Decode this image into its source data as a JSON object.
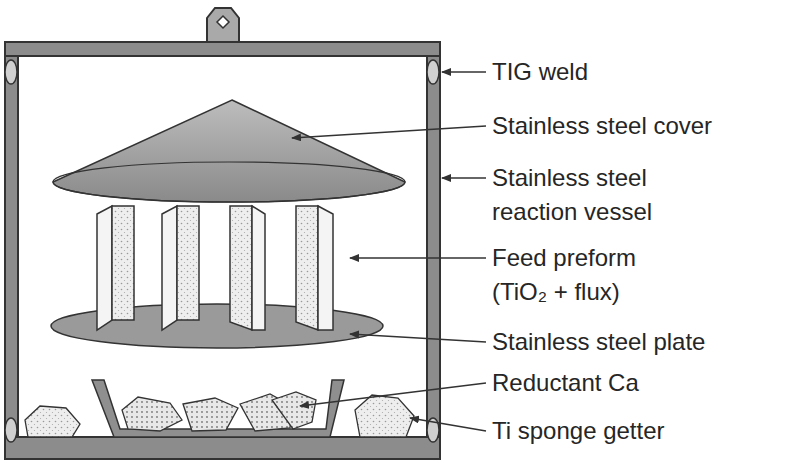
{
  "diagram": {
    "labels": [
      "TIG weld",
      "Stainless steel cover",
      "Stainless steel reaction vessel",
      "Feed preform (TiO₂ + flux)",
      "Stainless steel plate",
      "Reductant Ca",
      "Ti sponge getter"
    ]
  }
}
